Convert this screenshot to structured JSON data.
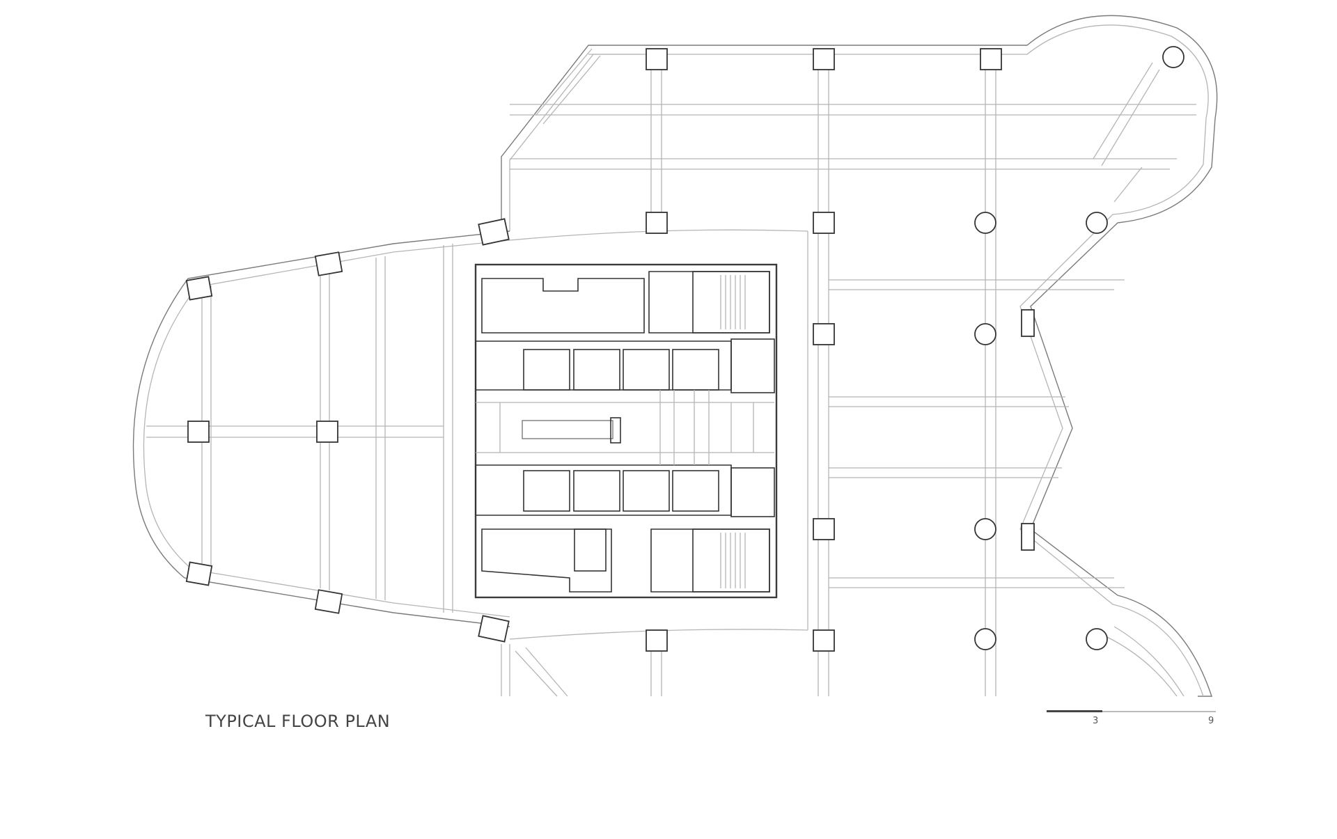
{
  "drawing": {
    "title": "TYPICAL FLOOR PLAN",
    "scale_bar": {
      "labels": [
        "3",
        "9"
      ]
    }
  },
  "icons": [
    "north-lobe",
    "west-lobe",
    "core",
    "columns",
    "elevators",
    "stairs",
    "restrooms",
    "scale-bar"
  ]
}
